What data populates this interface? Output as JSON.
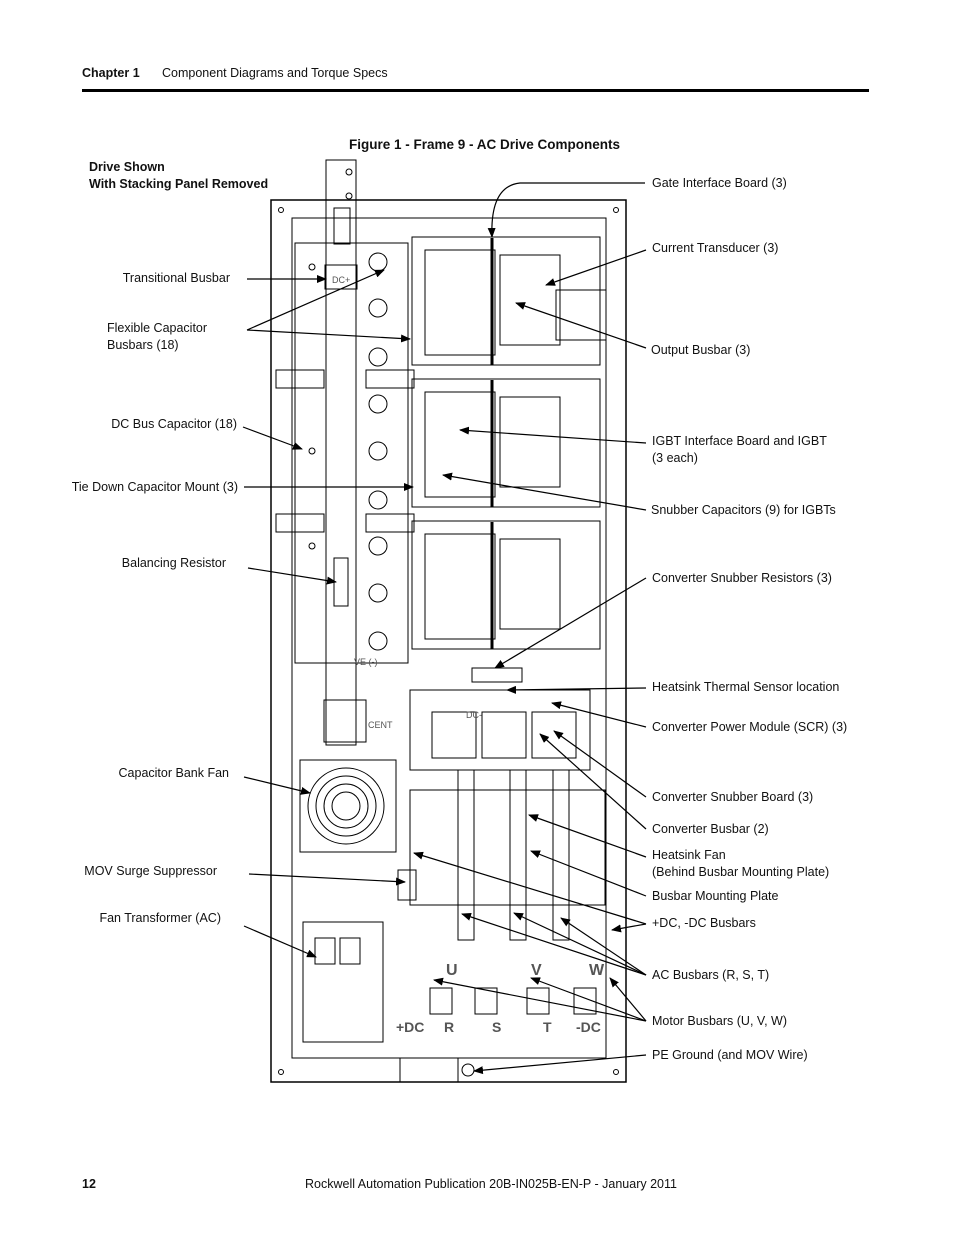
{
  "header": {
    "chapter": "Chapter 1",
    "title": "Component Diagrams and Torque Specs"
  },
  "figure": {
    "title": "Figure 1 - Frame 9 - AC Drive Components",
    "note_line1": "Drive Shown",
    "note_line2": "With Stacking Panel Removed"
  },
  "labels": {
    "left": {
      "transitional_busbar": "Transitional Busbar",
      "flex_cap_1": "Flexible Capacitor",
      "flex_cap_2": "Busbars (18)",
      "dc_bus_cap": "DC Bus Capacitor (18)",
      "tie_down": "Tie Down Capacitor Mount (3)",
      "balancing_resistor": "Balancing Resistor",
      "cap_bank_fan": "Capacitor Bank Fan",
      "mov": "MOV Surge Suppressor",
      "fan_transformer": "Fan Transformer (AC)"
    },
    "right": {
      "gate_interface": "Gate Interface Board (3)",
      "current_transducer": "Current Transducer (3)",
      "output_busbar": "Output Busbar (3)",
      "igbt_1": "IGBT Interface Board and IGBT",
      "igbt_2": "(3 each)",
      "snubber_caps": "Snubber Capacitors (9) for IGBTs",
      "conv_snubber_res": "Converter Snubber Resistors (3)",
      "heatsink_sensor": "Heatsink Thermal Sensor location",
      "conv_power_module": "Converter Power Module (SCR) (3)",
      "conv_snubber_board": "Converter Snubber Board (3)",
      "conv_busbar": "Converter Busbar (2)",
      "heatsink_fan_1": "Heatsink Fan",
      "heatsink_fan_2": "(Behind Busbar Mounting Plate)",
      "busbar_plate": "Busbar Mounting Plate",
      "dc_busbars": "+DC, -DC Busbars",
      "ac_busbars": "AC Busbars (R, S, T)",
      "motor_busbars": "Motor Busbars (U, V, W)",
      "pe_ground": "PE Ground (and MOV Wire)"
    }
  },
  "panel_marks": {
    "pos_dc": "+DC",
    "r": "R",
    "s": "S",
    "t": "T",
    "neg_dc": "-DC",
    "u": "U",
    "v": "V",
    "w": "W",
    "dc_plus": "DC+",
    "dc_minus": "DC-",
    "ve_minus": "VE (-)",
    "cent": "CENT"
  },
  "footer": {
    "page": "12",
    "publication": "Rockwell Automation Publication 20B-IN025B-EN-P - January 2011"
  }
}
